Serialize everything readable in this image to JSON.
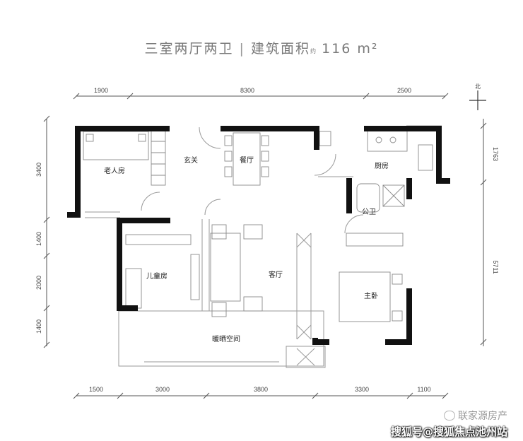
{
  "title": {
    "layout": "三室两厅两卫",
    "area_label": "建筑面积",
    "area_unit_small": "约",
    "area_value": "116",
    "area_unit": "m²"
  },
  "dimensions": {
    "top": [
      "1900",
      "8300",
      "2500"
    ],
    "bottom": [
      "1500",
      "3000",
      "3800",
      "3300",
      "1100"
    ],
    "left": [
      "3400",
      "1400",
      "2000",
      "1400"
    ],
    "right": [
      "1763",
      "5711"
    ]
  },
  "north": "北",
  "rooms": {
    "elder_room": "老人房",
    "entrance": "玄关",
    "dining": "餐厅",
    "kitchen": "厨房",
    "public_bath": "公卫",
    "children_room": "儿童房",
    "living": "客厅",
    "master": "主卧",
    "sunroom": "暖晒空间"
  },
  "watermark": {
    "line1": "联家源房产",
    "line2": "搜狐号@搜狐焦点池州站"
  },
  "colors": {
    "wall": "#111111",
    "line": "#9a9a9a",
    "dim": "#444444"
  }
}
